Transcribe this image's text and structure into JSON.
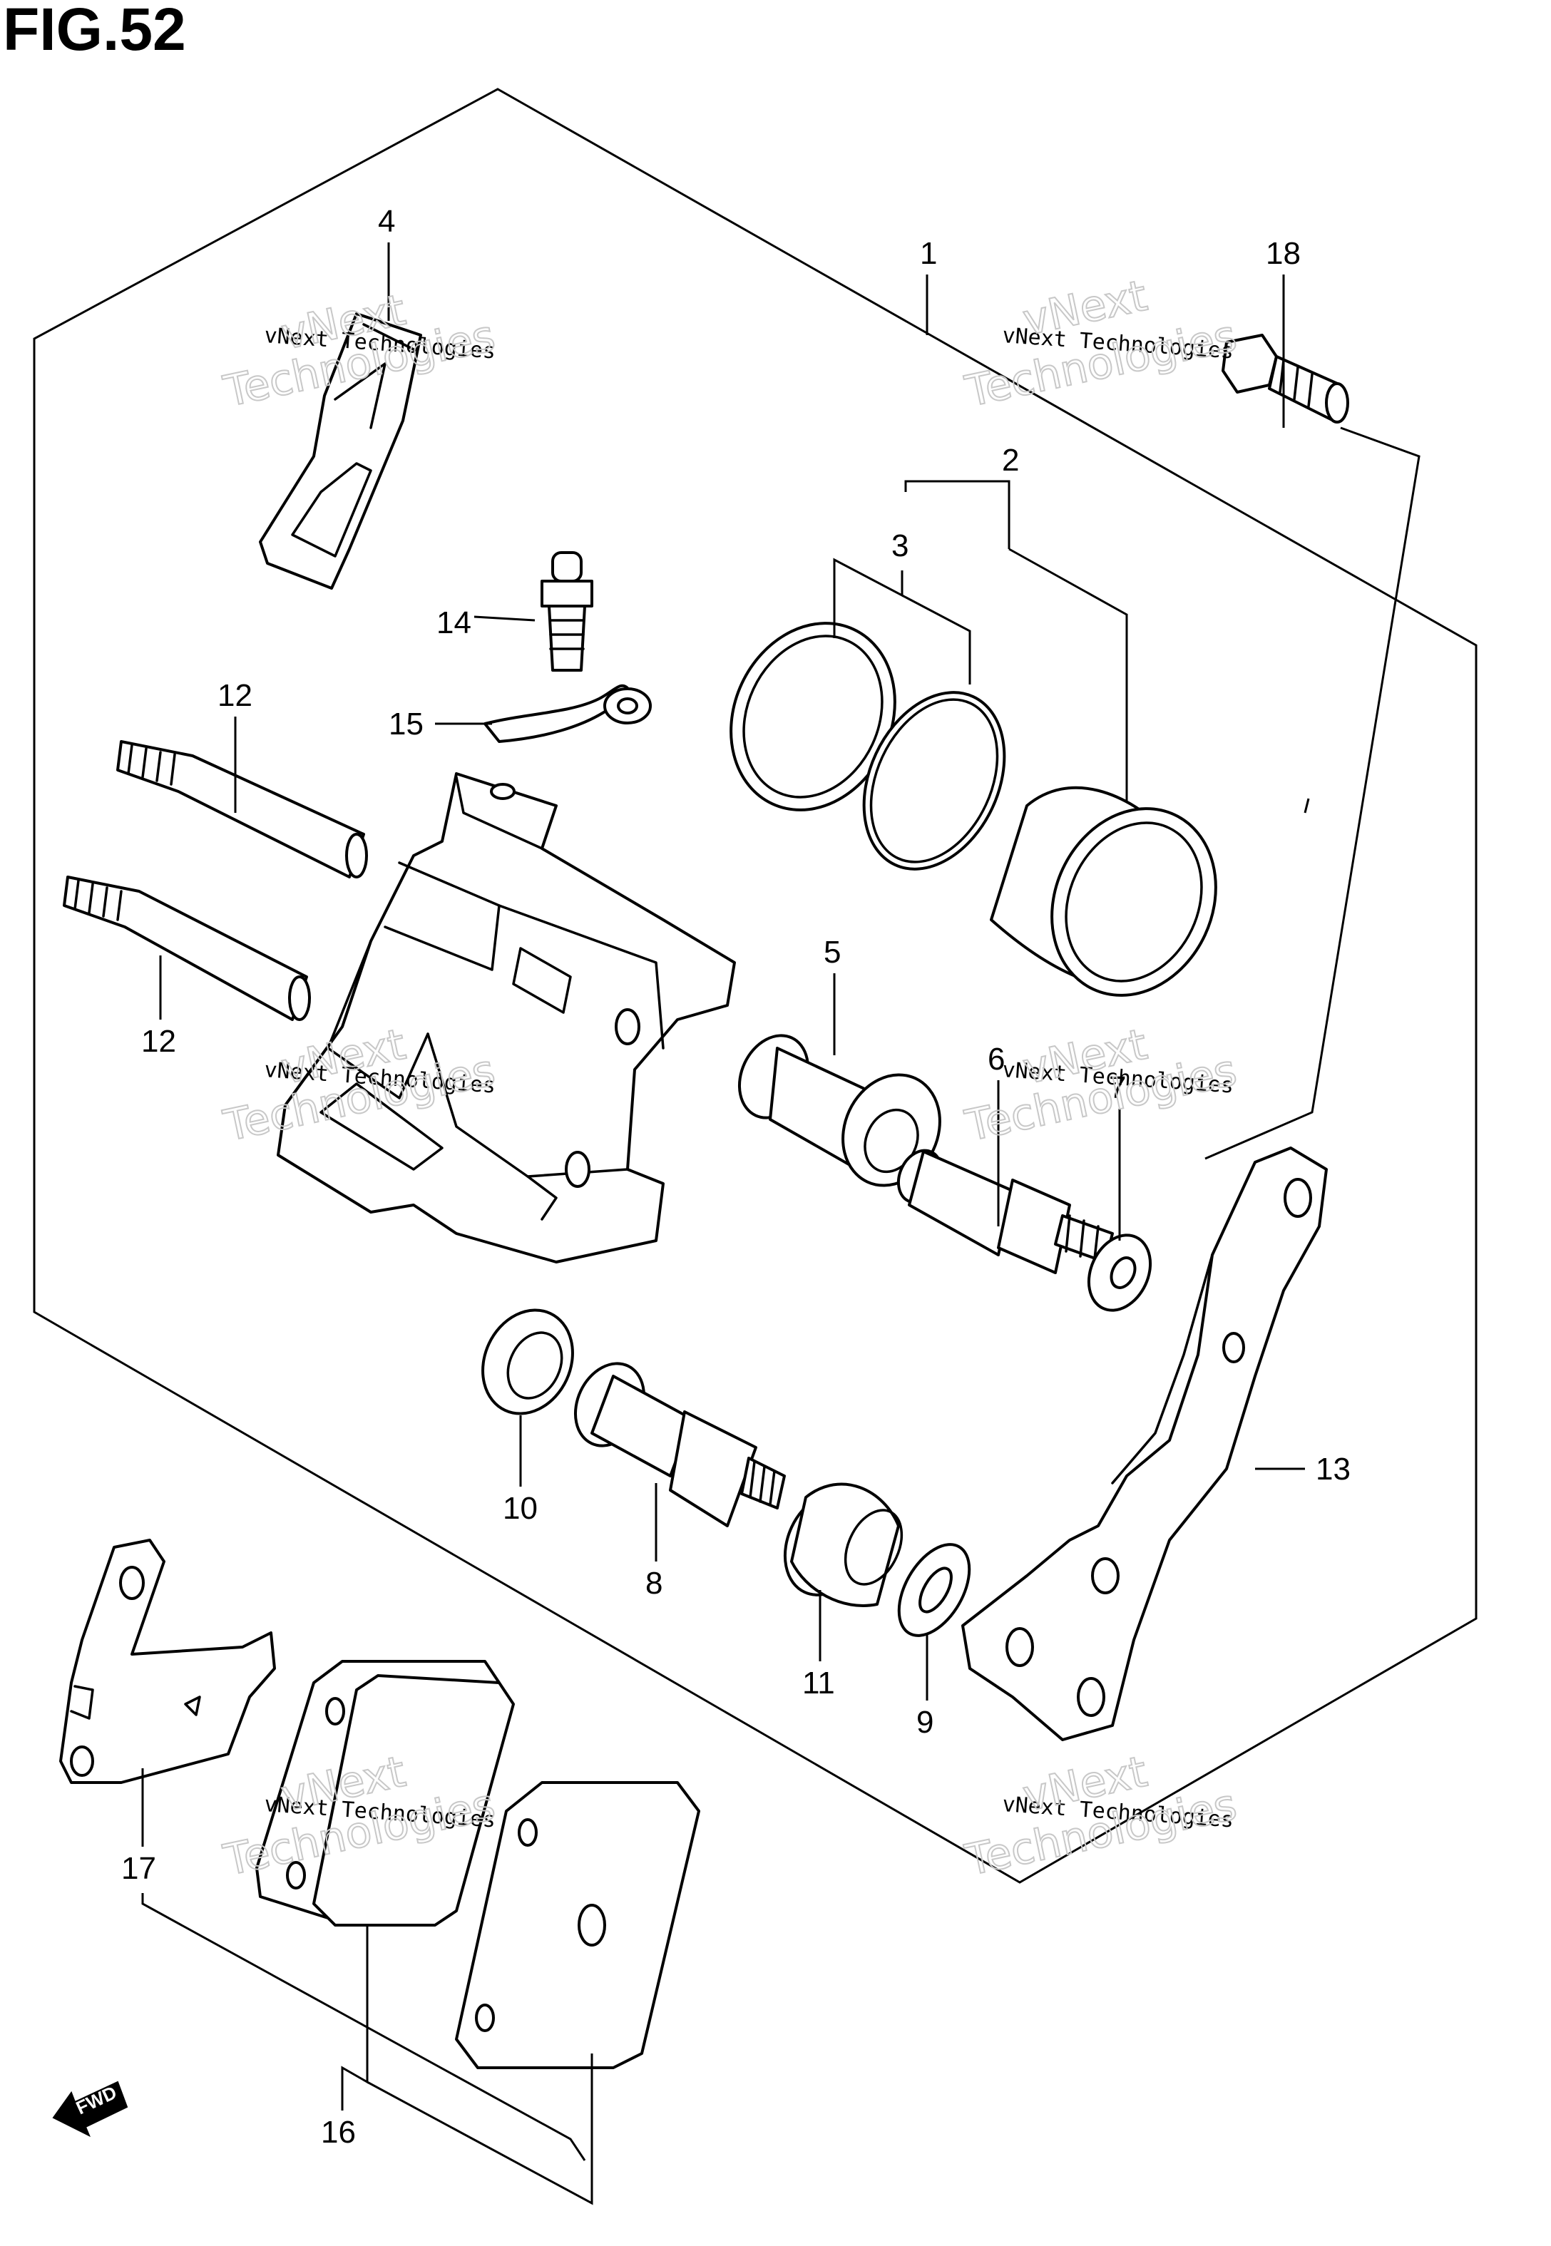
{
  "figure": {
    "title": "FIG.52"
  },
  "watermark": {
    "line1": "vNext Technologies",
    "line2": "vNext",
    "line3": "Technologies"
  },
  "direction_indicator": {
    "label": "FWD"
  },
  "callouts": [
    {
      "id": "1",
      "label": "1"
    },
    {
      "id": "2",
      "label": "2"
    },
    {
      "id": "3",
      "label": "3"
    },
    {
      "id": "4",
      "label": "4"
    },
    {
      "id": "5",
      "label": "5"
    },
    {
      "id": "6",
      "label": "6"
    },
    {
      "id": "7",
      "label": "7"
    },
    {
      "id": "8",
      "label": "8"
    },
    {
      "id": "9",
      "label": "9"
    },
    {
      "id": "10",
      "label": "10"
    },
    {
      "id": "11",
      "label": "11"
    },
    {
      "id": "12a",
      "label": "12"
    },
    {
      "id": "12b",
      "label": "12"
    },
    {
      "id": "13",
      "label": "13"
    },
    {
      "id": "14",
      "label": "14"
    },
    {
      "id": "15",
      "label": "15"
    },
    {
      "id": "16",
      "label": "16"
    },
    {
      "id": "17",
      "label": "17"
    },
    {
      "id": "18",
      "label": "18"
    }
  ]
}
